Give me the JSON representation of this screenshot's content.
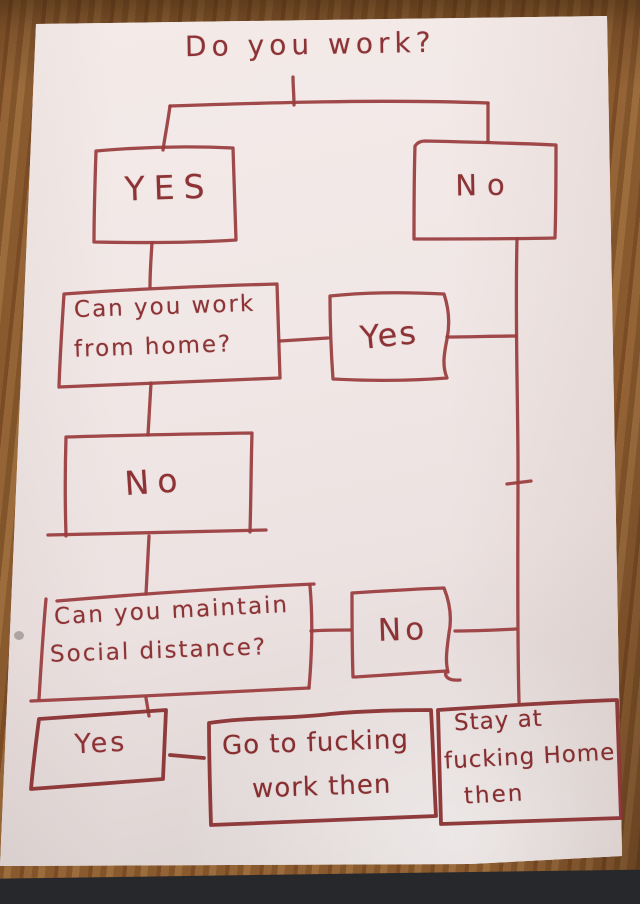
{
  "image_type": "photograph of a hand-drawn flowchart in red marker on a sheet of paper lying on a wooden table",
  "ink_color": "#9a3c3d",
  "paper_color": "#f0e7e6",
  "table_color": "#8a5a2f",
  "flowchart": {
    "title": "Do you work?",
    "nodes": {
      "yes1": {
        "label": "YES"
      },
      "no1": {
        "label": "No"
      },
      "wfh": {
        "line1": "Can you work",
        "line2": "from home?"
      },
      "yes2": {
        "label": "Yes"
      },
      "no2": {
        "label": "No"
      },
      "distance": {
        "line1": "Can you maintain",
        "line2": "Social distance?"
      },
      "no3": {
        "label": "No"
      },
      "yes3": {
        "label": "Yes"
      },
      "work": {
        "line1": "Go to fucking",
        "line2": "work then"
      },
      "home": {
        "line1": "Stay at",
        "line2": "fucking Home",
        "line3": "then"
      }
    },
    "edges": [
      "Do you work? -> YES",
      "Do you work? -> No",
      "YES -> Can you work from home?",
      "Can you work from home? -> Yes -> (right column line)",
      "Can you work from home? -> No",
      "No -> Can you maintain Social distance?",
      "Can you maintain Social distance? -> No -> (right column line)",
      "Can you maintain Social distance? -> Yes",
      "Yes -> Go to fucking work then",
      "(right column line) -> Stay at fucking Home then"
    ]
  }
}
